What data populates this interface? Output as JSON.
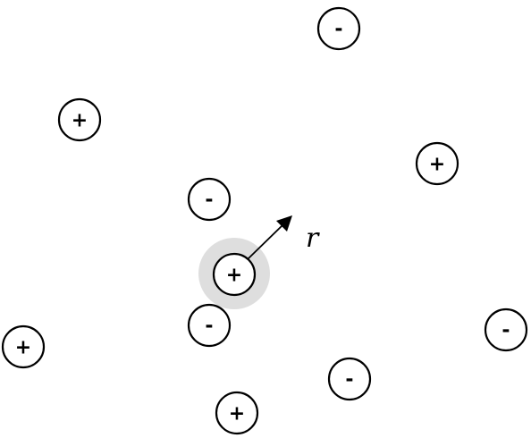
{
  "ions": [
    {
      "sign": "-",
      "charge": "negative"
    },
    {
      "sign": "+",
      "charge": "positive"
    },
    {
      "sign": "+",
      "charge": "positive"
    },
    {
      "sign": "-",
      "charge": "negative"
    },
    {
      "sign": "+",
      "charge": "positive",
      "central": true
    },
    {
      "sign": "-",
      "charge": "negative"
    },
    {
      "sign": "-",
      "charge": "negative"
    },
    {
      "sign": "+",
      "charge": "positive"
    },
    {
      "sign": "-",
      "charge": "negative"
    },
    {
      "sign": "+",
      "charge": "positive"
    }
  ],
  "radius_label": "r",
  "colors": {
    "halo": "#dedede",
    "stroke": "#000000",
    "background": "#ffffff"
  }
}
